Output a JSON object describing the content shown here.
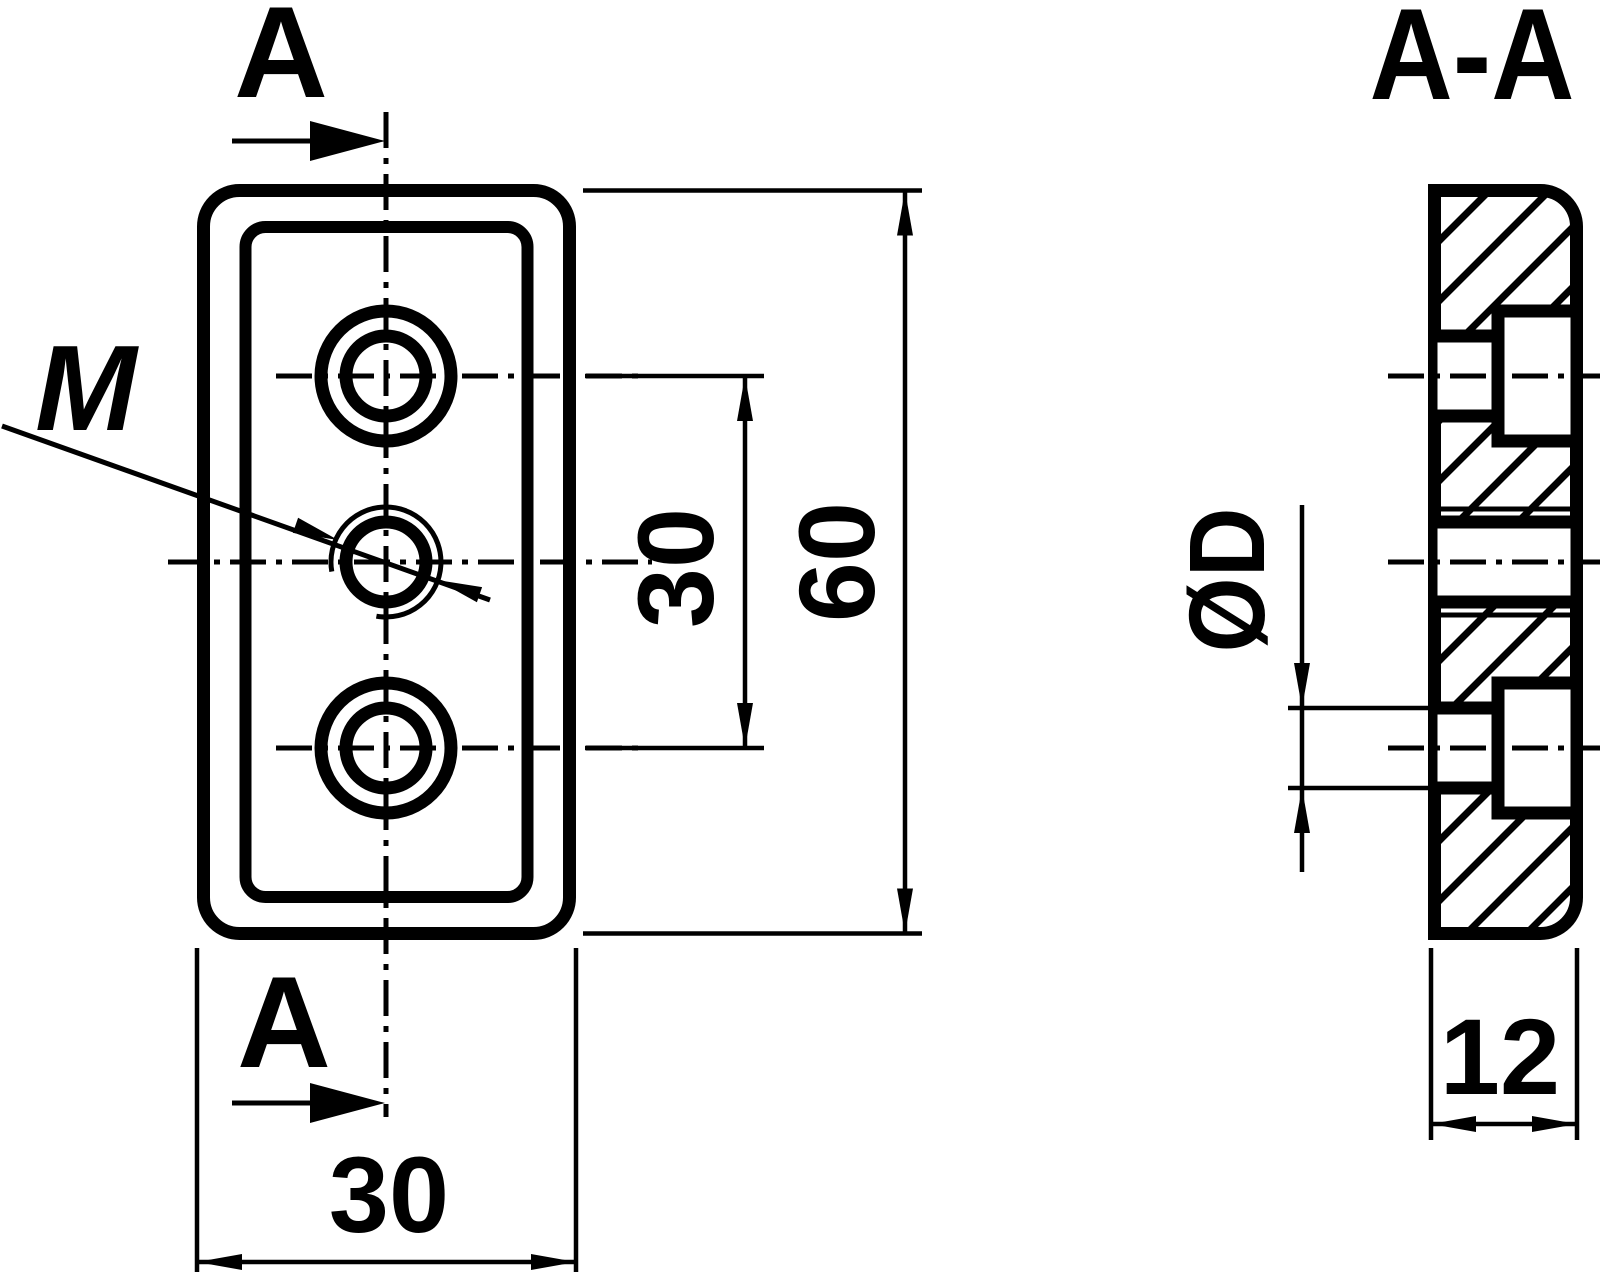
{
  "labels": {
    "section_marker_top": "A",
    "section_marker_bottom": "A",
    "section_title": "A-A",
    "thread_label": "M",
    "dim_hole_spacing": "30",
    "dim_plate_height": "60",
    "dim_plate_width": "30",
    "dim_hole_diameter": "ØD",
    "dim_plate_thickness": "12"
  },
  "colors": {
    "line": "#000000",
    "background": "#ffffff"
  }
}
